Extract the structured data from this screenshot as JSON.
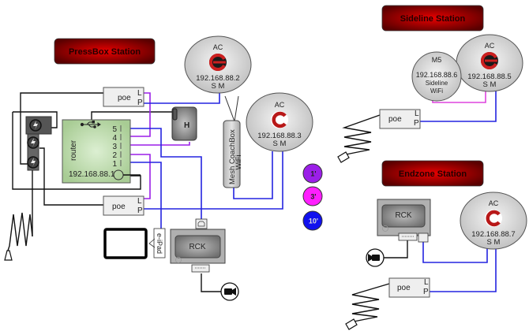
{
  "stations": {
    "pressbox": "PressBox Station",
    "sideline": "Sideline Station",
    "endzone": "Endzone Station"
  },
  "access_points": [
    {
      "id": "ac-2",
      "label": "AC",
      "ip": "192.168.88.2",
      "ports": "S M",
      "logo": "dark"
    },
    {
      "id": "ac-3",
      "label": "AC",
      "ip": "192.168.88.3",
      "ports": "S M",
      "logo": "light"
    },
    {
      "id": "ac-5",
      "label": "AC",
      "ip": "192.168.88.5",
      "ports": "S M",
      "logo": "dark"
    },
    {
      "id": "ac-7",
      "label": "AC",
      "ip": "192.168.88.7",
      "ports": "S M",
      "logo": "light"
    }
  ],
  "m5": {
    "label": "M5",
    "ip": "192.168.88.6",
    "line1": "Sideline",
    "line2": "WiFi"
  },
  "router": {
    "label": "router",
    "ip": "192.168.88.1",
    "ports": [
      "5",
      "4",
      "3",
      "2",
      "1"
    ]
  },
  "poe": {
    "label": "poe",
    "lan": "L",
    "poe": "P"
  },
  "h_device": {
    "label": "H"
  },
  "mesh": {
    "line1": "Mesh CoachBox",
    "line2": "WiFi"
  },
  "ipad": {
    "label": "e-iPad"
  },
  "rck": {
    "label": "RCK"
  },
  "legend": [
    {
      "label": "1'",
      "color": "#9b1fe8"
    },
    {
      "label": "3'",
      "color": "#ff1fff"
    },
    {
      "label": "10'",
      "color": "#1010ee"
    }
  ],
  "colors": {
    "cable_1ft": "#9b1fe8",
    "cable_3ft": "#dd44dd",
    "cable_10ft": "#2424e0",
    "power": "#111111",
    "station_red": "#cc0000"
  }
}
